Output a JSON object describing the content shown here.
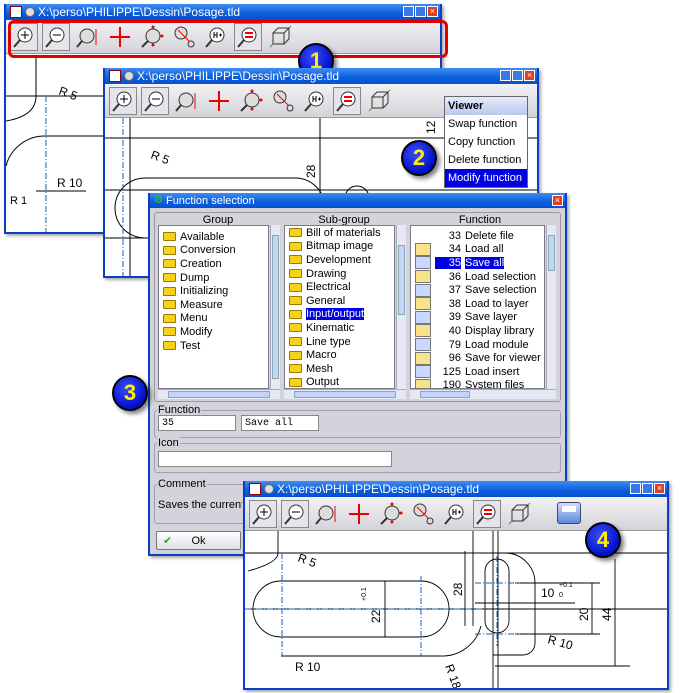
{
  "window_title": "X:\\perso\\PHILIPPE\\Dessin\\Posage.tld",
  "toolbar_icons": [
    "zoom-in-icon",
    "zoom-out-icon",
    "zoom-dynamic-icon",
    "pan-icon",
    "zoom-center-icon",
    "zoom-window-icon",
    "zoom-previous-icon",
    "zoom-fit-icon",
    "3d-view-icon"
  ],
  "badges": [
    "1",
    "2",
    "3",
    "4"
  ],
  "viewer_menu": {
    "title": "Viewer",
    "items": [
      "Swap function",
      "Copy function",
      "Delete function",
      "Modify function"
    ],
    "selected": 3
  },
  "drawing_labels": {
    "r5": "R 5",
    "r10": "R 10",
    "r18": "R 18",
    "r21": "R 1",
    "d28": "28",
    "d22": "22",
    "tol": "+0.1",
    "tol0": "0",
    "d10": "10",
    "d20": "20",
    "d44": "44",
    "d12": "12"
  },
  "dialog": {
    "title": "Function selection",
    "group_header": "Group",
    "subgroup_header": "Sub-group",
    "function_header": "Function",
    "groups": [
      "Available",
      "Conversion",
      "Creation",
      "Dump",
      "Initializing",
      "Measure",
      "Menu",
      "Modify",
      "Test"
    ],
    "subgroups": [
      "Bill of materials",
      "Bitmap image",
      "Development",
      "Drawing",
      "Electrical",
      "General",
      "Input/output",
      "Kinematic",
      "Line type",
      "Macro",
      "Mesh",
      "Output"
    ],
    "subgroup_selected": 6,
    "functions": [
      {
        "num": "33",
        "name": "Delete file"
      },
      {
        "num": "34",
        "name": "Load all"
      },
      {
        "num": "35",
        "name": "Save all"
      },
      {
        "num": "36",
        "name": "Load selection"
      },
      {
        "num": "37",
        "name": "Save selection"
      },
      {
        "num": "38",
        "name": "Load to layer"
      },
      {
        "num": "39",
        "name": "Save layer"
      },
      {
        "num": "40",
        "name": "Display library"
      },
      {
        "num": "79",
        "name": "Load module"
      },
      {
        "num": "96",
        "name": "Save for viewer"
      },
      {
        "num": "125",
        "name": "Load insert"
      },
      {
        "num": "190",
        "name": "System files"
      }
    ],
    "function_selected": 2,
    "function_label": "Function",
    "function_number": "35",
    "function_name": "Save all",
    "icon_label": "Icon",
    "icon_value": "",
    "comment_label": "Comment",
    "comment_text": "Saves the current drawing",
    "ok_label": "Ok"
  },
  "colors": {
    "highlight": "#0000e0",
    "title_bar": "#0a5ddc",
    "badge": "#0010c8",
    "badge_text": "#ffef00",
    "toolbar_ring": "#e00000"
  }
}
